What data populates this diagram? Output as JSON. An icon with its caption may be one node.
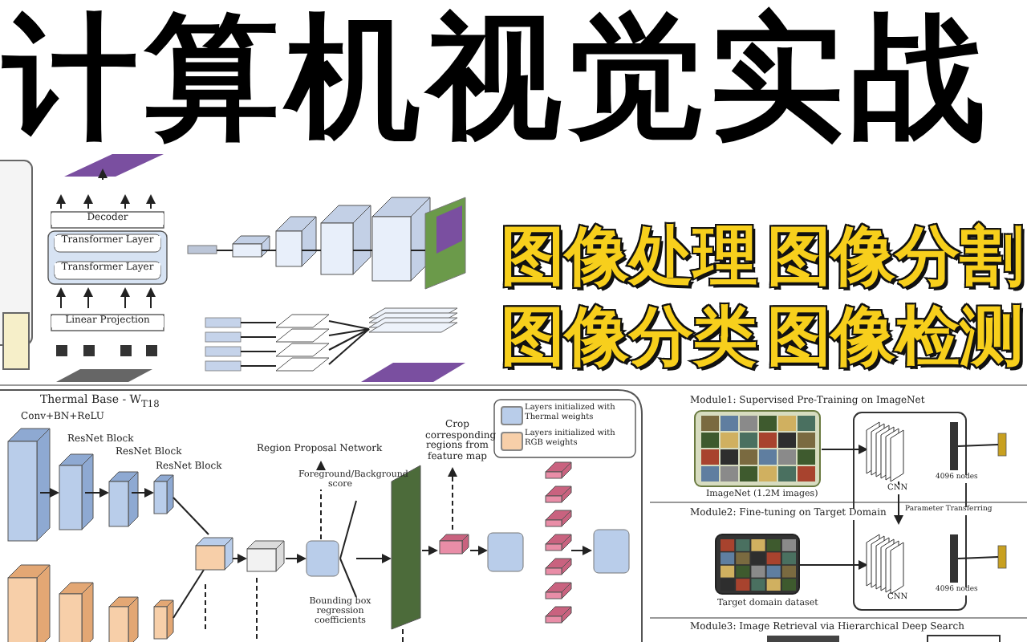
{
  "diagram": {
    "title": "计算机视觉实战",
    "labels": [
      "图像处理",
      "图像分割",
      "图像分类",
      "图像检测",
      "Decoder",
      "Transformer Layer",
      "Transformer Layer",
      "Linear Projection",
      "Thermal Base - W$_{T18}$",
      "Conv+BN+ReLU",
      "ResNet Block",
      "ResNet Block",
      "ResNet Block",
      "Region Proposal Network",
      "Foreground/Background score",
      "Crop corresponding regions from feature map",
      "Bounding box regression coefficients",
      "Module1: Supervised Pre-Training on ImageNet",
      "ImageNet (1.2M images)",
      "CNN",
      "4096 nodes",
      "Module2: Fine-tuning on Target Domain",
      "Parameter Transferring",
      "Target domain dataset",
      "CNN",
      "4096 nodes",
      "Module3: Image Retrieval via Hierarchical Deep Search"
    ],
    "legend": [
      {
        "text": "Layers initialized with Thermal weights",
        "color": "#b9cdea"
      },
      {
        "text": "Layers initialized with RGB weights",
        "color": "#f7cfa9"
      }
    ]
  }
}
